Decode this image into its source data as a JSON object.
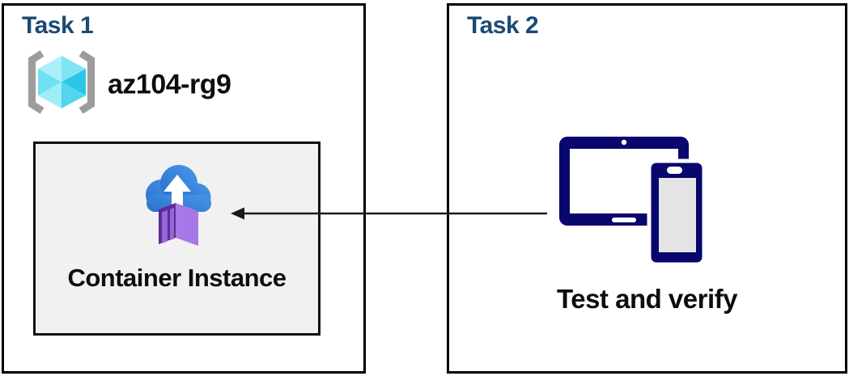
{
  "task1": {
    "title": "Task 1",
    "resource_group_name": "az104-rg9",
    "container_label": "Container Instance"
  },
  "task2": {
    "title": "Task 2",
    "caption": "Test and verify"
  },
  "connector": {
    "direction": "right-to-left",
    "from": "tablet-phone-icon",
    "to": "container-instance-icon"
  },
  "icons": {
    "task1_header": "resource-group-icon",
    "task1_inner": "container-instance-icon",
    "task2": "tablet-phone-icon"
  },
  "colors": {
    "title_navy": "#1B4A74",
    "text_black": "#0D0D0D",
    "box_border": "#000000",
    "inner_box_bg": "#F1F1F1",
    "device_navy": "#07076E",
    "device_screen_gray": "#E4E4E4",
    "cloud_blue_dark": "#2A6FCC",
    "cloud_blue_light": "#4897E8",
    "container_purple_dark": "#5C2D93",
    "container_purple_mid": "#9765D8",
    "container_purple_light": "#A678E8",
    "cube_cyan_lightest": "#AAF0FB",
    "cube_cyan_darkest": "#2BC5E8",
    "bracket_gray": "#9C9C9C"
  }
}
